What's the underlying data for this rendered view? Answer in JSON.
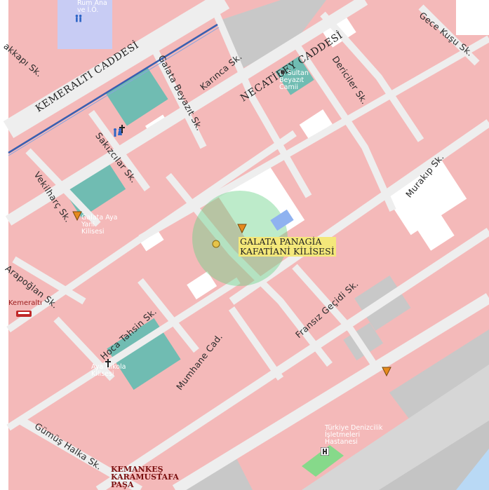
{
  "map": {
    "streets": {
      "kemeralti": "KEMERALTI CADDESİ",
      "necatibey": "NECATİBEY CADDESİ",
      "gece_kusu": "Gece Kuşu Sk.",
      "karinca": "Karınca Sk.",
      "galata_beyazit": "Galata Beyazıt Sk.",
      "sakizcilar": "Sakızcılar Sk.",
      "vekilharc": "Vekilharç Sk.",
      "arapoglan": "Arapoğlan Sk.",
      "dericiler": "Dericiler Sk.",
      "murakip": "Murakıp Sk.",
      "hoca_tahsin": "Hoca Tahsin Sk.",
      "fransiz_gecidi": "Fransız Geçidi Sk.",
      "mumhane": "Mumhane Cad.",
      "gumus_halka": "Gümüş Halka Sk.",
      "akkapi": "akkapı Sk."
    },
    "pois": {
      "rum_ana": "Rum Ana ve İ.Ö.",
      "sultan_beyazit": "II. Sultan Beyazıt Camii",
      "galata_aya_yani": "Galata Aya Yani Kilisesi",
      "aya_nikola": "Aya Nikola Kilisesi",
      "turkiye_denizcilik": "Türkiye Denizcilik İşletmeleri Hastanesi",
      "kemeralti_stop": "Kemeraltı",
      "kemankes": "KEMANKEŞ KARAMUSTAFA PAŞA"
    },
    "highlight": {
      "line1": "GALATA PANAGİA",
      "line2": "KAFATİANİ KİLİSESİ"
    },
    "icons": [
      "church-marker",
      "toilet-icon",
      "mosque-icon",
      "bus-stop-icon",
      "hospital-icon",
      "location-marker"
    ],
    "colors": {
      "building": "#f4b9b9",
      "street": "#eeeeee",
      "park": "#70bcb2",
      "water": "#b9d9f5",
      "gray_block": "#c8c8c8",
      "highlight_circle": "#6dd28a",
      "marker": "#e68a1e",
      "tram": "#3a5fb0"
    }
  }
}
